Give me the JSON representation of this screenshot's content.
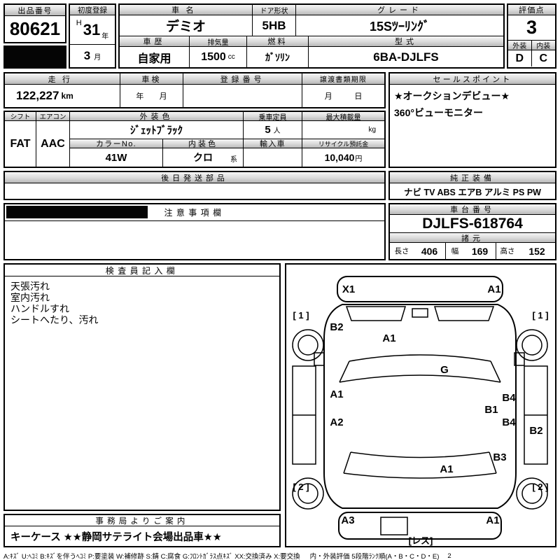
{
  "top": {
    "auction_no_label": "出品番号",
    "auction_no": "80621",
    "first_reg": {
      "label": "初度登録",
      "era": "H",
      "year": "31",
      "year_unit": "年",
      "month": "3",
      "month_unit": "月"
    },
    "car_name_label": "車名",
    "car_name": "デミオ",
    "door_label": "ドア形状",
    "door": "5HB",
    "grade_label": "グレード",
    "grade": "15Sﾂｰﾘﾝｸﾞ",
    "score_label": "評価点",
    "score": "3",
    "history_label": "車歴",
    "history": "自家用",
    "displacement_label": "排気量",
    "displacement": "1500",
    "displacement_unit": "cc",
    "fuel_label": "燃料",
    "fuel": "ｶﾞｿﾘﾝ",
    "model_code_label": "型式",
    "model_code": "6BA-DJLFS",
    "exterior_label": "外装",
    "exterior": "D",
    "interior_label": "内装",
    "interior": "C"
  },
  "mileage": {
    "label": "走行",
    "value": "122,227",
    "unit": "km",
    "inspection_label": "車検",
    "inspection_year": "年",
    "inspection_month": "月",
    "registration_label": "登録番号",
    "transfer_label": "譲渡書類期限",
    "transfer_month": "月",
    "transfer_day": "日"
  },
  "sales_point": {
    "label": "セールスポイント",
    "line1": "★オークションデビュー★",
    "line2": "360°ビューモニター"
  },
  "spec": {
    "shift_label": "シフト",
    "shift": "FAT",
    "aircon_label": "エアコン",
    "aircon": "AAC",
    "ext_color_label": "外装色",
    "ext_color": "ｼﾞｪｯﾄﾌﾞﾗｯｸ",
    "capacity_label": "乗車定員",
    "capacity": "5",
    "capacity_unit": "人",
    "max_load_label": "最大積載量",
    "max_load_unit": "kg",
    "color_no_label": "カラーNo.",
    "color_no": "41W",
    "int_color_label": "内装色",
    "int_color": "クロ",
    "int_color_suffix": "系",
    "import_label": "輸入車",
    "recycle_label": "リサイクル預託金",
    "recycle_value": "10,040",
    "recycle_unit": "円"
  },
  "later_parts": {
    "label": "後日発送部品"
  },
  "equipment": {
    "label": "純正装備",
    "value": "ナビ TV ABS エアB アルミ PS PW"
  },
  "notes": {
    "label": "注意事項欄"
  },
  "chassis": {
    "label": "車台番号",
    "value": "DJLFS-618764",
    "spec_label": "諸元",
    "length_label": "長さ",
    "length": "406",
    "width_label": "幅",
    "width": "169",
    "height_label": "高さ",
    "height": "152"
  },
  "inspector": {
    "label": "検査員記入欄",
    "lines": [
      "天張汚れ",
      "室内汚れ",
      "ハンドルすれ",
      "シートへたり、汚れ"
    ]
  },
  "office": {
    "label": "事務局よりご案内",
    "value": "キーケース ★★静岡サテライト会場出品車★★"
  },
  "diagram": {
    "front_bumper_left": "X1",
    "front_bumper_right": "A1",
    "front_left_corner": "[ 1 ]",
    "front_right_corner": "[ 1 ]",
    "left_fender": "B2",
    "hood": "A1",
    "windshield": "G",
    "left_front_door": "A1",
    "left_rear_door": "A2",
    "right_front_pillar": "B4",
    "right_front_door": "B1",
    "right_rear_door": "B4",
    "right_side_sill": "B2",
    "right_quarter_panel": "B3",
    "rear_window": "A1",
    "rear_left_corner": "[ 2 ]",
    "rear_right_corner": "[ 2 ]",
    "rear_bumper_left": "A3",
    "rear_bumper_right": "A1",
    "license_plate": "[レス]"
  },
  "legend": {
    "codes": "A:ｷｽﾞ U:ﾍｺﾐ B:ｷｽﾞを伴うﾍｺﾐ P:要塗装 W:補修跡 S:錆 C:腐食 G:ﾌﾛﾝﾄｶﾞﾗｽ点ｷｽﾞ XX:交換済み X:要交換",
    "rank_text": "内・外装評価 5段階ﾗﾝｸ順(A・B・C・D・E)",
    "page": "2"
  }
}
